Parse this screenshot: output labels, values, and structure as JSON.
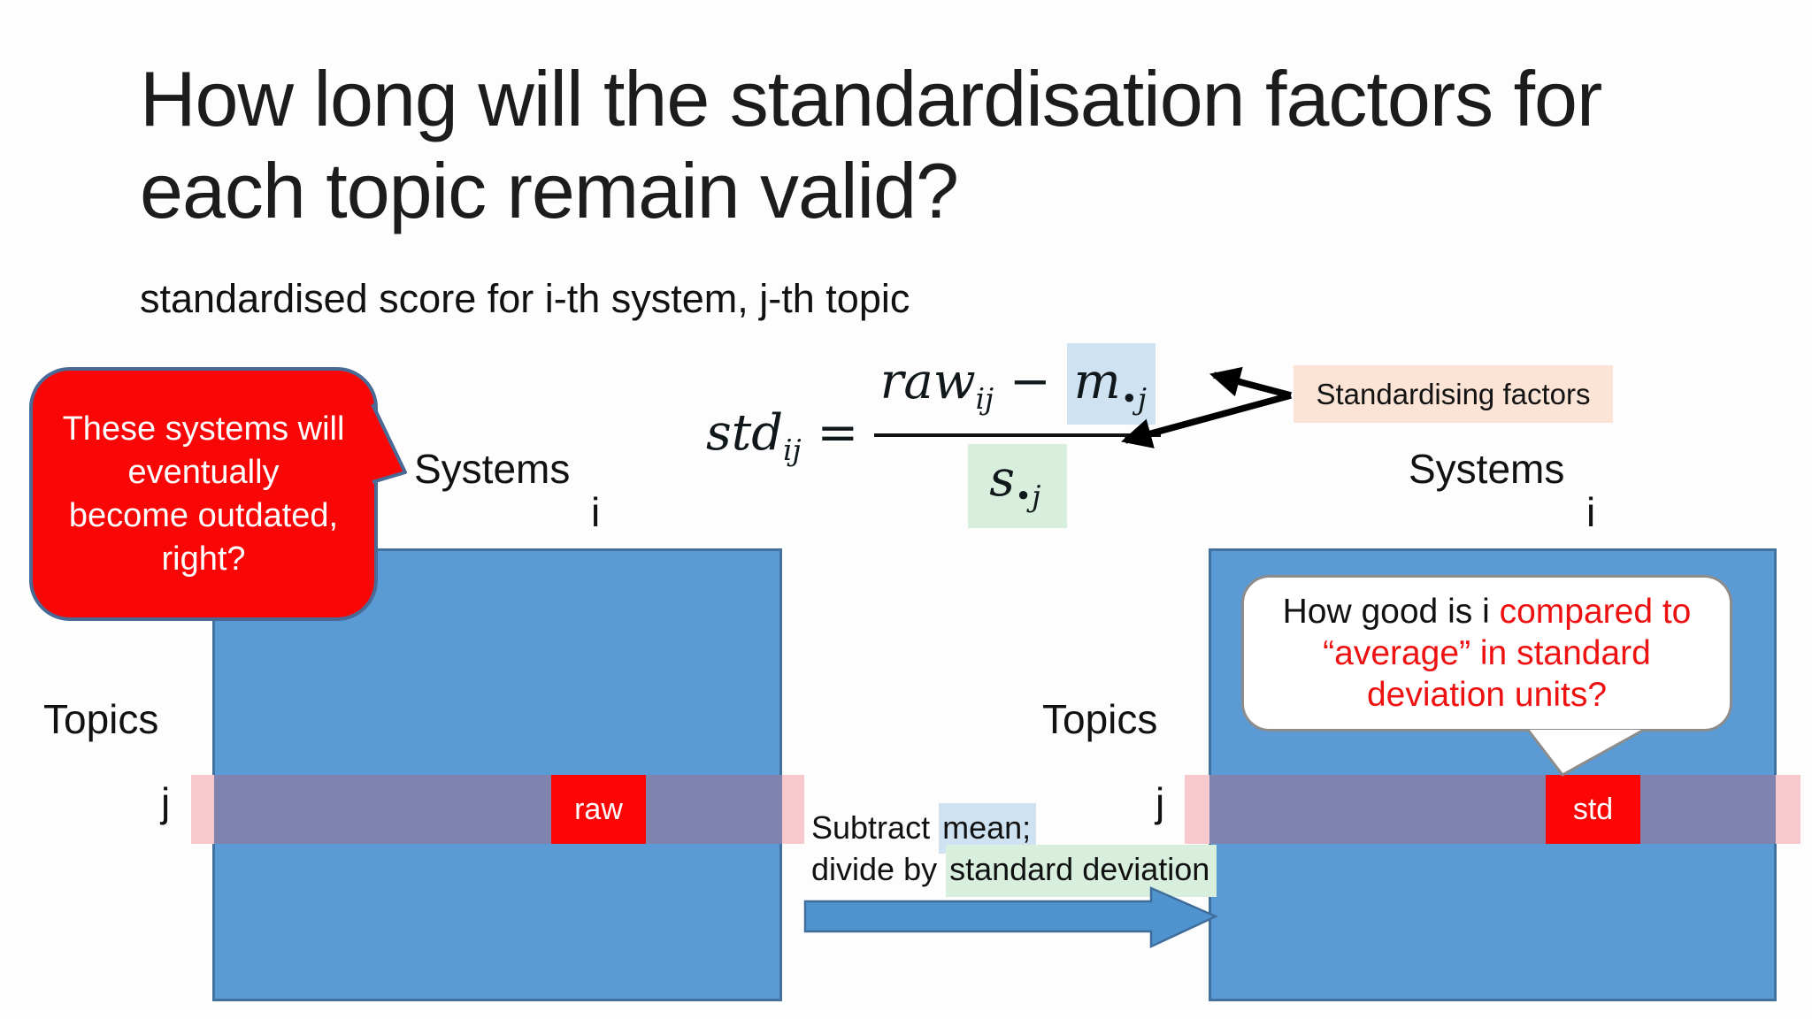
{
  "slide": {
    "title_line1": "How long will the standardisation factors for",
    "title_line2": "each topic remain valid?",
    "subtitle": "standardised score for i-th system, j-th topic"
  },
  "formula": {
    "lhs_base": "std",
    "lhs_sub": "ij",
    "equals": "=",
    "raw_base": "raw",
    "raw_sub": "ij",
    "minus": "−",
    "mean_base": "m",
    "mean_sub": "•j",
    "s_base": "s",
    "s_sub": "•j"
  },
  "factors_label": {
    "text": "Standardising factors"
  },
  "red_bubble": {
    "lines": [
      "These systems will",
      "eventually",
      "become outdated,",
      "right?"
    ]
  },
  "white_bubble": {
    "black_lead": "How good is i ",
    "red_line1": "compared to",
    "red_line2": "“average” in standard",
    "red_line3": "deviation units?"
  },
  "matrices": {
    "left": {
      "systems": "Systems",
      "i": "i",
      "topics": "Topics",
      "j": "j",
      "cell": "raw"
    },
    "right": {
      "systems": "Systems",
      "i": "i",
      "topics": "Topics",
      "j": "j",
      "cell": "std"
    }
  },
  "transform": {
    "line1_plain": "Subtract ",
    "line1_mark": "mean;",
    "line2_plain": "divide by ",
    "line2_mark": "standard deviation"
  },
  "colors": {
    "matrix_fill": "#5b9bd5",
    "matrix_border": "#41719c",
    "band_pink": "#f7c9cd",
    "band_overlap": "#8083ad",
    "cell_red": "#fb0505",
    "red_bubble_fill": "#f90606",
    "red_bubble_border": "#4a6a96",
    "white_bubble_border": "#8c8c8c",
    "white_bubble_red_text": "#ee1111",
    "highlight_blue": "#cfe2f2",
    "highlight_green": "#d8efde",
    "highlight_peach": "#fbe3d5",
    "block_arrow_fill": "#4f94ce",
    "block_arrow_border": "#3f6d9c",
    "annotation_arrow": "#000000"
  }
}
